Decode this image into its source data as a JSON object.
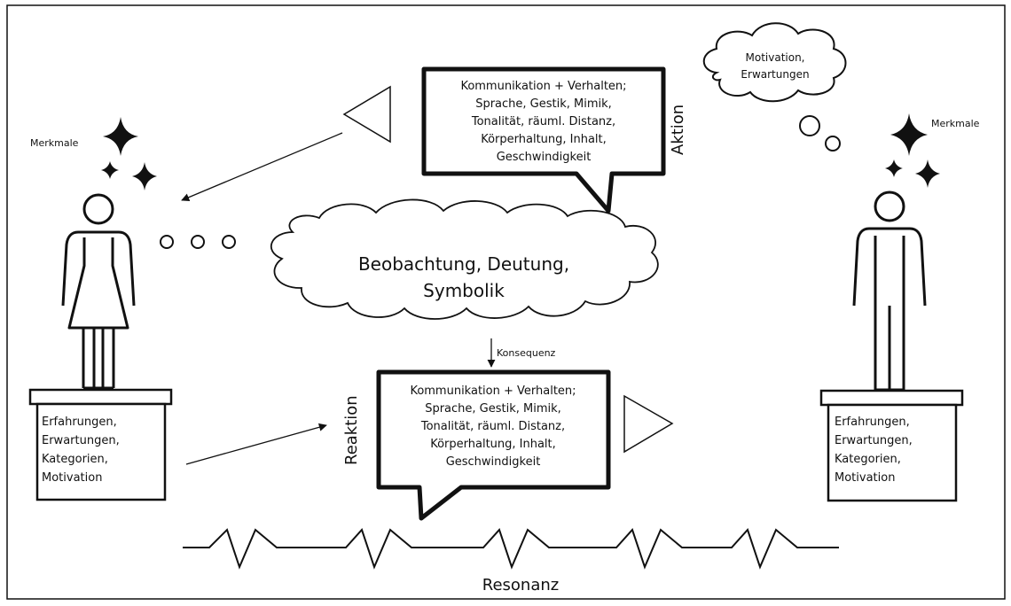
{
  "labels": {
    "merkmale_left": "Merkmale",
    "merkmale_right": "Merkmale",
    "thought_line1": "Motivation,",
    "thought_line2": "Erwartungen",
    "aktion": "Aktion",
    "reaktion": "Reaktion",
    "konsequenz": "Konsequenz",
    "resonanz": "Resonanz"
  },
  "top_bubble": {
    "lines": [
      "Kommunikation + Verhalten;",
      "Sprache, Gestik, Mimik,",
      "Tonalität, räuml. Distanz,",
      "Körperhaltung, Inhalt,",
      "Geschwindigkeit"
    ]
  },
  "bottom_bubble": {
    "lines": [
      "Kommunikation + Verhalten;",
      "Sprache, Gestik, Mimik,",
      "Tonalität, räuml. Distanz,",
      "Körperhaltung, Inhalt,",
      "Geschwindigkeit"
    ]
  },
  "cloud": {
    "line1": "Beobachtung, Deutung,",
    "line2": "Symbolik"
  },
  "pedestal_left": {
    "lines": [
      "Erfahrungen,",
      "Erwartungen,",
      "Kategorien,",
      "Motivation"
    ]
  },
  "pedestal_right": {
    "lines": [
      "Erfahrungen,",
      "Erwartungen,",
      "Kategorien,",
      "Motivation"
    ]
  }
}
